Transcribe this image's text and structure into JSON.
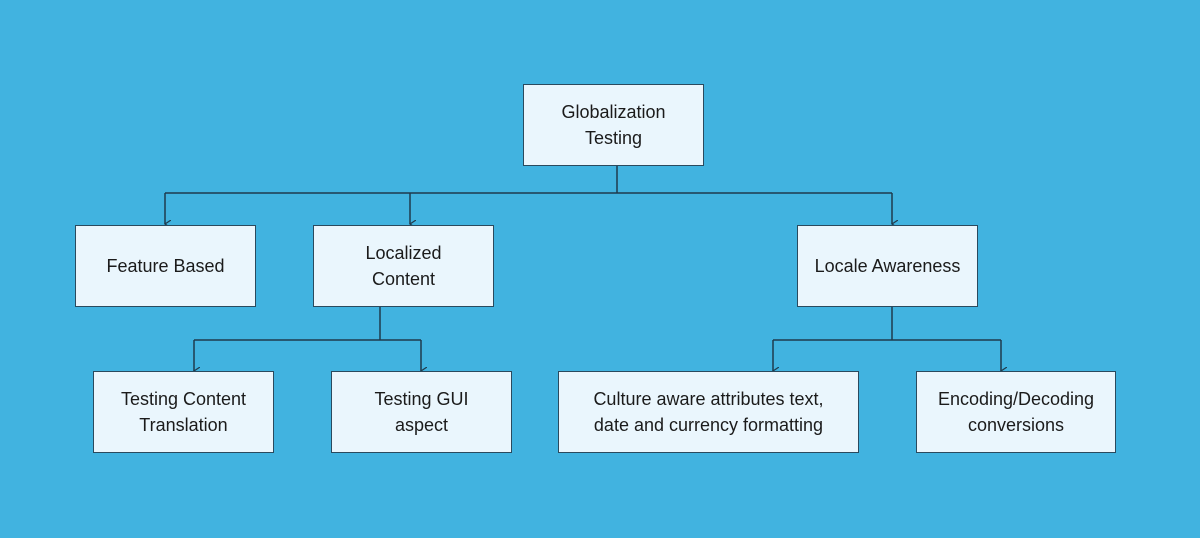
{
  "diagram": {
    "nodes": {
      "root": {
        "label": "Globalization\nTesting"
      },
      "feature_based": {
        "label": "Feature Based"
      },
      "localized_content": {
        "label": "Localized\nContent"
      },
      "locale_awareness": {
        "label": "Locale Awareness"
      },
      "testing_content_translation": {
        "label": "Testing Content\nTranslation"
      },
      "testing_gui_aspect": {
        "label": "Testing GUI\naspect"
      },
      "culture_aware": {
        "label": "Culture aware attributes text,\ndate and currency formatting"
      },
      "encoding_decoding": {
        "label": "Encoding/Decoding\nconversions"
      }
    },
    "edges": [
      {
        "from": "Globalization Testing",
        "to": "Feature Based"
      },
      {
        "from": "Globalization Testing",
        "to": "Localized Content"
      },
      {
        "from": "Globalization Testing",
        "to": "Locale Awareness"
      },
      {
        "from": "Localized Content",
        "to": "Testing Content Translation"
      },
      {
        "from": "Localized Content",
        "to": "Testing GUI aspect"
      },
      {
        "from": "Locale Awareness",
        "to": "Culture aware attributes text, date and currency formatting"
      },
      {
        "from": "Locale Awareness",
        "to": "Encoding/Decoding conversions"
      }
    ],
    "colors": {
      "background": "#41b3e0",
      "node_fill": "#eaf6fd",
      "node_border": "#2a4a5e",
      "connector": "#1f3b4d"
    }
  }
}
